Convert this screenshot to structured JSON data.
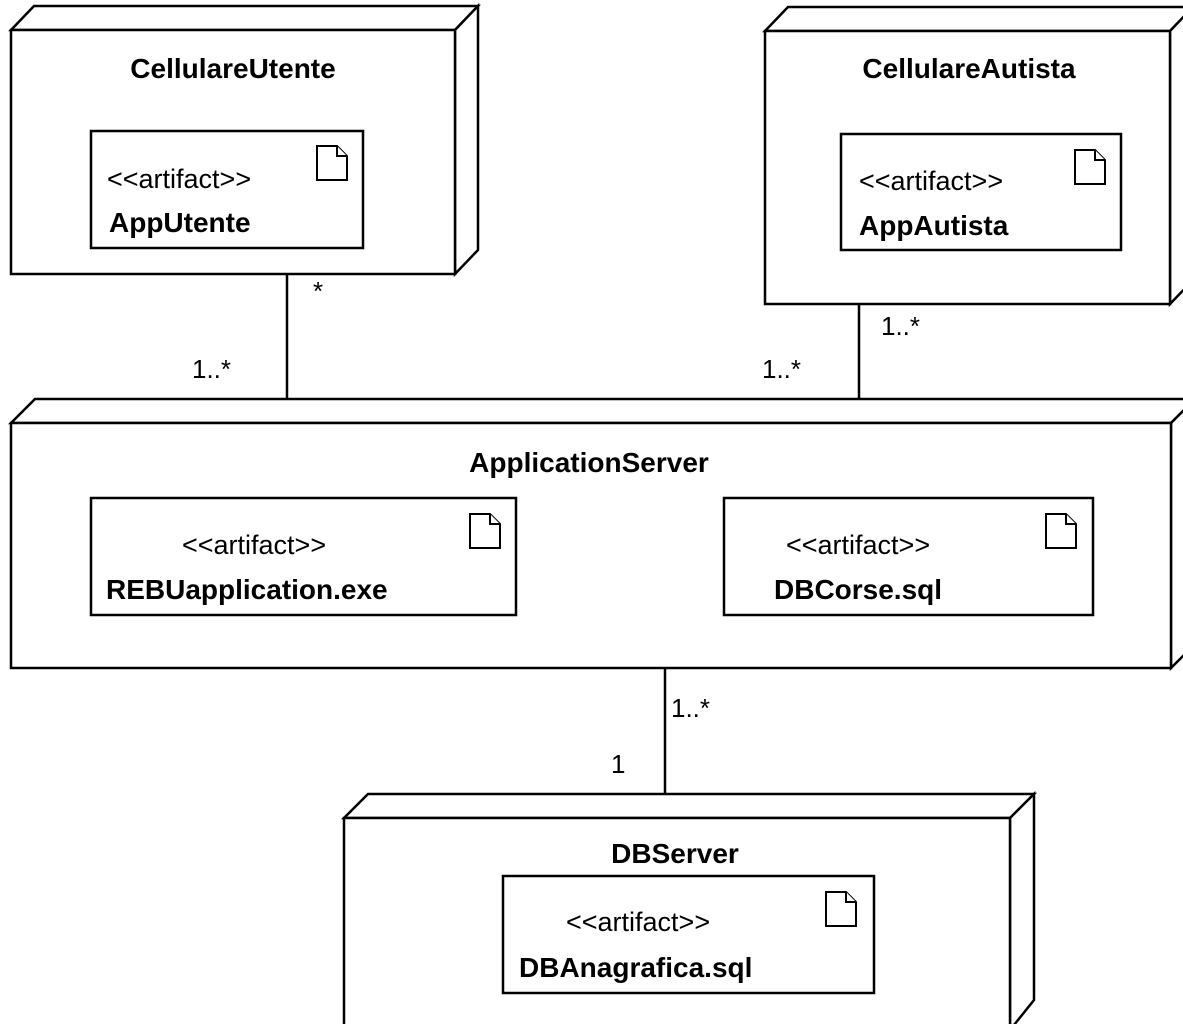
{
  "nodes": {
    "cellulare_utente": {
      "name": "CellulareUtente",
      "artifact": {
        "stereotype": "<<artifact>>",
        "name": "AppUtente"
      }
    },
    "cellulare_autista": {
      "name": "CellulareAutista",
      "artifact": {
        "stereotype": "<<artifact>>",
        "name": "AppAutista"
      }
    },
    "application_server": {
      "name": "ApplicationServer",
      "artifacts": [
        {
          "stereotype": "<<artifact>>",
          "name": "REBUapplication.exe"
        },
        {
          "stereotype": "<<artifact>>",
          "name": "DBCorse.sql"
        }
      ]
    },
    "db_server": {
      "name": "DBServer",
      "artifact": {
        "stereotype": "<<artifact>>",
        "name": "DBAnagrafica.sql"
      }
    }
  },
  "connections": {
    "utente_appserver": {
      "near_source": "*",
      "near_target": "1..*"
    },
    "autista_appserver": {
      "near_source": "1..*",
      "near_target": "1..*"
    },
    "appserver_dbserver": {
      "near_source": "1..*",
      "near_target": "1"
    }
  },
  "icons": {
    "artifact_icon": "document-icon"
  }
}
